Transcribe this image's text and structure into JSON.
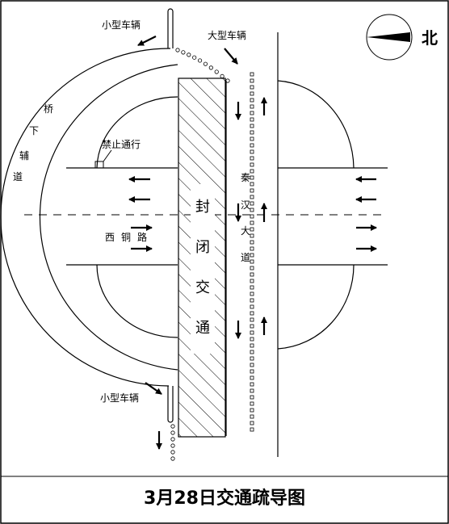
{
  "labels": {
    "small_vehicle_top": "小型车辆",
    "small_vehicle_bottom": "小型车辆",
    "large_vehicle": "大型车辆",
    "no_entry": "禁止通行",
    "bridge_side_road": [
      "桥",
      "下",
      "辅",
      "道"
    ],
    "xitong_road": [
      "西",
      "铜",
      "路"
    ],
    "qinhan_avenue": [
      "秦",
      "汉",
      "大",
      "道"
    ],
    "closed_traffic": [
      "封",
      "闭",
      "交",
      "通"
    ],
    "north": "北",
    "title": "3月28日交通疏导图"
  },
  "colors": {
    "line": "#000000",
    "background": "#ffffff"
  },
  "icons": {
    "compass": "north-arrow-icon",
    "arrow": "direction-arrow-icon"
  }
}
